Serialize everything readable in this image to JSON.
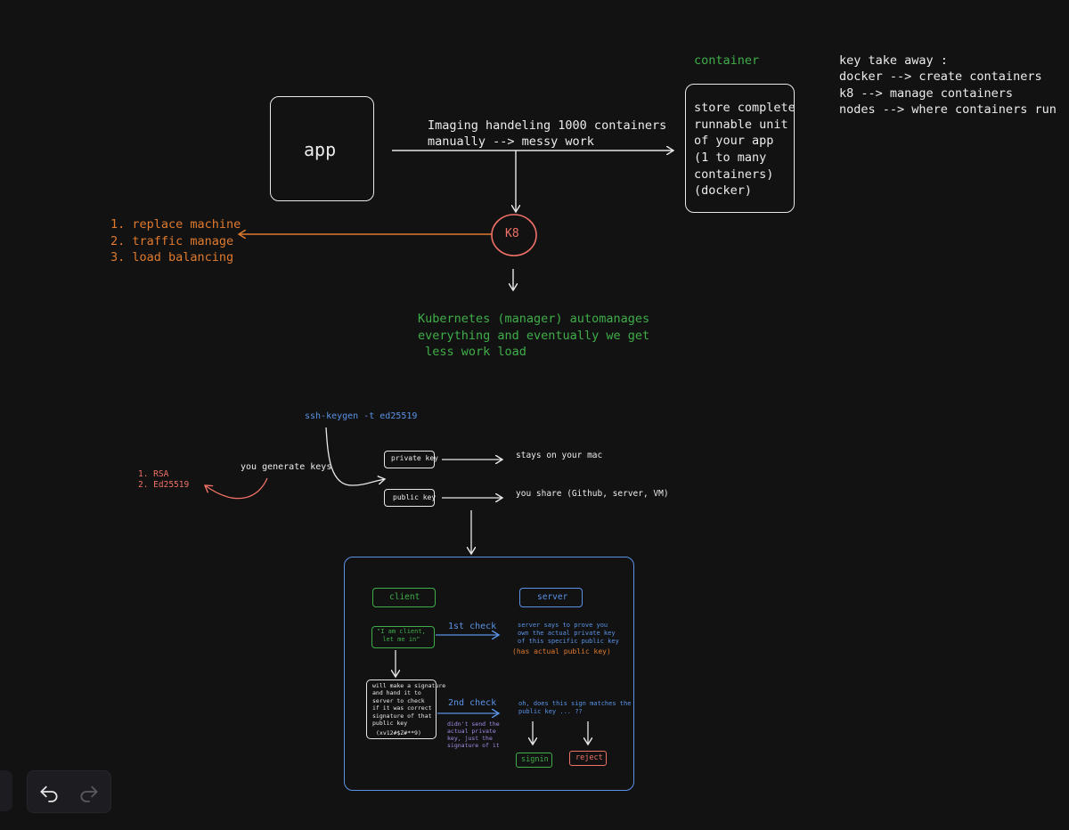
{
  "top": {
    "app_label": "app",
    "arrow_note": "Imaging handeling 1000 containers\nmanually --> messy work",
    "container_title": "container",
    "container_desc": "store complete\nrunnable unit\nof your app\n(1 to many\ncontainers)\n(docker)",
    "key_takeaway": "key take away :\ndocker --> create containers\nk8 --> manage containers\nnodes --> where containers run",
    "k8_label": "K8",
    "k8_features": "1. replace machine\n2. traffic manage\n3. load balancing",
    "k8_summary": "Kubernetes (manager) automanages\neverything and eventually we get\n less work load"
  },
  "ssh": {
    "command": "ssh-keygen -t ed25519",
    "generate_note": "you generate keys",
    "algorithms": "1. RSA\n2. Ed25519",
    "private_key_label": "private key",
    "public_key_label": "public key",
    "private_note": "stays on your mac",
    "public_note": "you share (Github, server, VM)"
  },
  "flow": {
    "client_label": "client",
    "server_label": "server",
    "client_hello": "\"I am client,\nlet me in\"",
    "first_check": "1st check",
    "server_says": "server says to prove you\nown the actual private key\nof this specific public key",
    "server_has": "(has actual public key)",
    "signature_note": "will make a signature\nand hand it to\nserver to check\nif it was correct\nsignature of that\npublic key",
    "signature_value": "(xv12#$Z#**9)",
    "second_check": "2nd check",
    "not_private": "didn't send the\nactual private\nkey, just the\nsignature of it",
    "server_verify": "oh, does this sign matches the\npublic key ... ??",
    "signin_label": "signin",
    "reject_label": "reject"
  },
  "colors": {
    "background": "#121212",
    "white": "#ececec",
    "green": "#3fae49",
    "orange": "#e07a2e",
    "salmon": "#f07167",
    "blue": "#5a93e6",
    "purple": "#a48ce8"
  },
  "icons": {
    "undo": "undo-icon",
    "redo": "redo-icon"
  }
}
